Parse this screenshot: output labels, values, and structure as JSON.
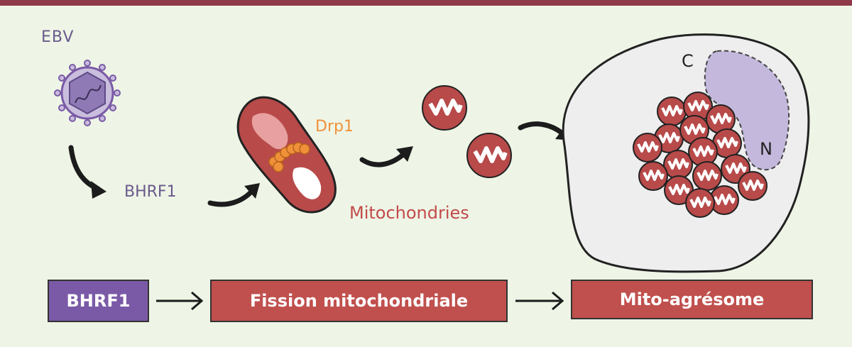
{
  "labels": {
    "ebv": "EBV",
    "bhrf1": "BHRF1",
    "drp1": "Drp1",
    "mitochondries": "Mitochondries",
    "c": "C",
    "n": "N"
  },
  "flow": {
    "step1": "BHRF1",
    "step2": "Fission mitochondriale",
    "step3": "Mito-agrésome"
  },
  "colors": {
    "background": "#eef5e6",
    "top_bar": "#8f3a48",
    "virus": "#7a5aa6",
    "mitochondria": "#b84a4a",
    "drp1": "#f0913a",
    "cell": "#eeeeee",
    "nucleus": "#c4b8dc"
  }
}
